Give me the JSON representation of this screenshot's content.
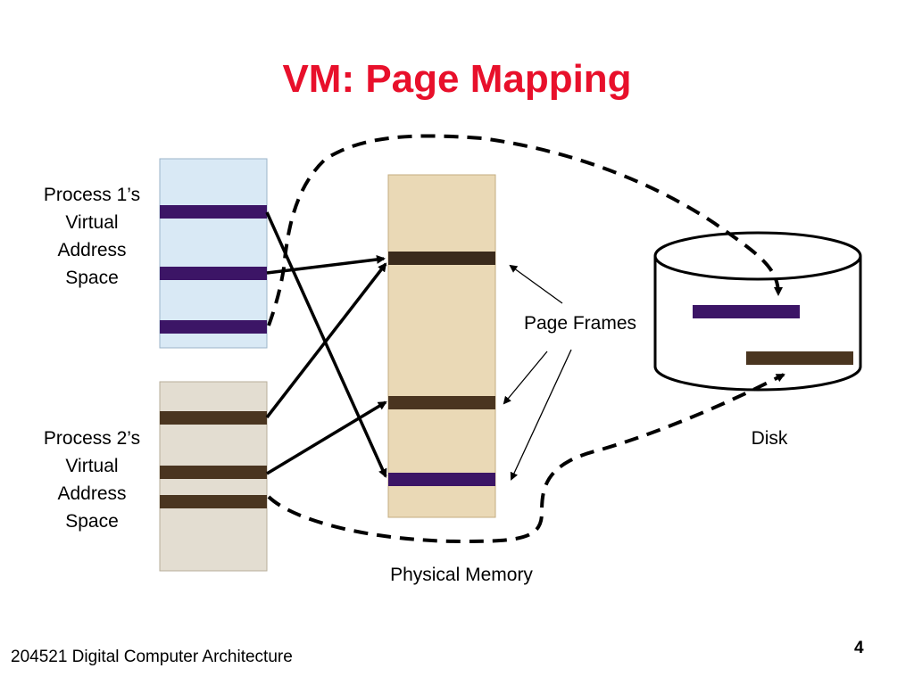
{
  "slide": {
    "title": "VM: Page Mapping",
    "footer": "204521 Digital Computer Architecture",
    "page_number": "4"
  },
  "labels": {
    "process1": [
      "Process 1’s",
      "Virtual",
      "Address",
      "Space"
    ],
    "process2": [
      "Process 2’s",
      "Virtual",
      "Address",
      "Space"
    ],
    "page_frames": "Page Frames",
    "physical_memory": "Physical Memory",
    "disk": "Disk"
  },
  "colors": {
    "title": "#e8102b",
    "process1_bg": "#d9e9f5",
    "process2_bg": "#e3ddd1",
    "physical_bg": "#ead9b6",
    "process1_page": "#3c1566",
    "process2_page": "#4a3520",
    "physical_frame_dark": "#3a2a1c"
  }
}
